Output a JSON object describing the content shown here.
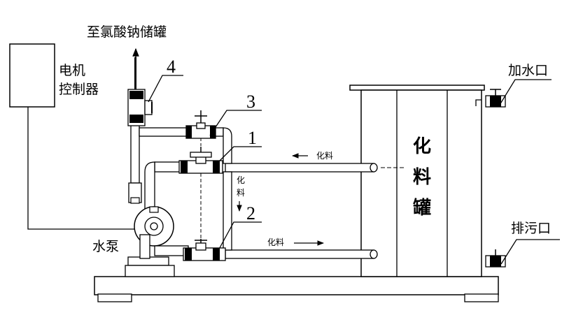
{
  "labels": {
    "to_storage": "至氯酸钠储罐",
    "controller_line1": "电机",
    "controller_line2": "控制器",
    "pump": "水泵",
    "water_inlet": "加水口",
    "drain_outlet": "排污口",
    "tank_c1": "化",
    "tank_c2": "料",
    "tank_c3": "罐",
    "flow_top": "化料",
    "flow_bottom": "化料",
    "flow_vert_1": "化",
    "flow_vert_2": "料"
  },
  "callouts": {
    "n1": "1",
    "n2": "2",
    "n3": "3",
    "n4": "4"
  }
}
